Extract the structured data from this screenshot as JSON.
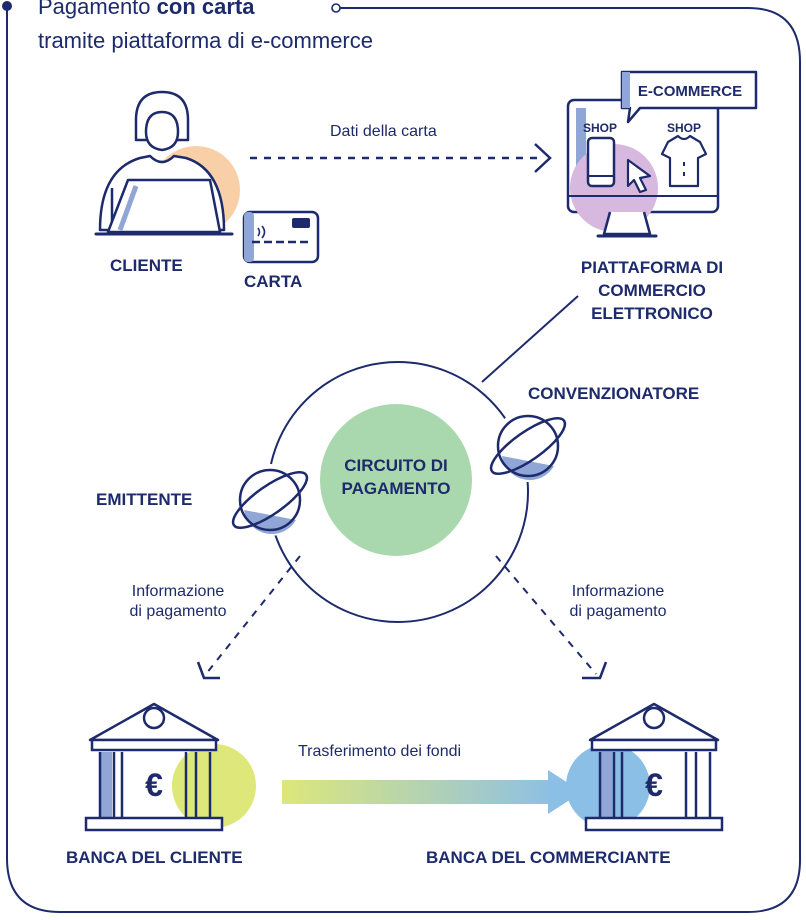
{
  "title": {
    "normal": "Pagamento ",
    "bold": "con carta",
    "line2": "tramite piattaforma di e-commerce"
  },
  "nodes": {
    "cliente": "CLIENTE",
    "carta": "CARTA",
    "piattaforma": [
      "PIATTAFORMA DI",
      "COMMERCIO",
      "ELETTRONICO"
    ],
    "convenzionatore": "CONVENZIONATORE",
    "emittente": "EMITTENTE",
    "circuito": [
      "CIRCUITO DI",
      "PAGAMENTO"
    ],
    "banca_cliente": "BANCA DEL CLIENTE",
    "banca_commerciante": "BANCA DEL COMMERCIANTE"
  },
  "screen": {
    "badge": "E-COMMERCE",
    "shop1": "SHOP",
    "shop2": "SHOP"
  },
  "edges": {
    "dati_carta": "Dati della carta",
    "info_left": [
      "Informazione",
      "di pagamento"
    ],
    "info_right": [
      "Informazione",
      "di pagamento"
    ],
    "trasferimento": "Trasferimento dei fondi"
  },
  "colors": {
    "navy": "#1d2a6b",
    "orange_disc": "#f9cfa8",
    "purple_disc": "#d7b8de",
    "green_disc": "#a9d8ae",
    "yellow_disc": "#dde77a",
    "blue_disc": "#8cbfe6",
    "column_blue": "#8fa6d6"
  },
  "icons": [
    "person-icon",
    "card-icon",
    "monitor-icon",
    "phone-icon",
    "cursor-icon",
    "tshirt-icon",
    "planet-icon",
    "bank-icon",
    "euro-icon"
  ]
}
